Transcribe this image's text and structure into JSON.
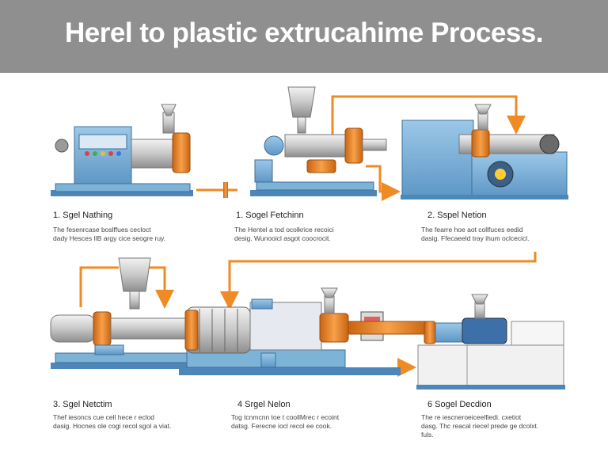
{
  "title": "Herel to plastic extrucahime Process.",
  "stages": [
    {
      "label": "1. Sgel Nathing",
      "desc": "The fesenrcase boslffues cecloct\ndady Hesces IlB argy cice seogre ruy."
    },
    {
      "label": "1. Sogel Fetchinn",
      "desc": "The Hentel a tod ocolkrice recoici\ndesig. Wunooicl asgot coocrocit."
    },
    {
      "label": "2. Sspel Netion",
      "desc": "The fearre hoe aot collfuces eedid\ndasig. Ffecaeeld tray ihum oclcecicl."
    },
    {
      "label": "3. Sgel Netctim",
      "desc": "Thef iesoncs cue cell hece r eclod\ndasig. Hocnes ole cogi recol sgol a viat."
    },
    {
      "label": "4 Srgel Nelon",
      "desc": "Tog tcnmcnn toe t coollMrec r ecoint\ndatsg. Ferecne iocl recol ee cook."
    },
    {
      "label": "6 Sogel Decdion",
      "desc": "The re iescneroeiceelfiedi. cxetiot\ndasg. Thc reacal riecel prede ge dcolxt.\nfuls."
    }
  ],
  "colors": {
    "header": "#8f8f8f",
    "machine": "#7eb3d8",
    "frame": "#4d86b8",
    "accent": "#f08a24",
    "arrow": "#f08a24"
  }
}
